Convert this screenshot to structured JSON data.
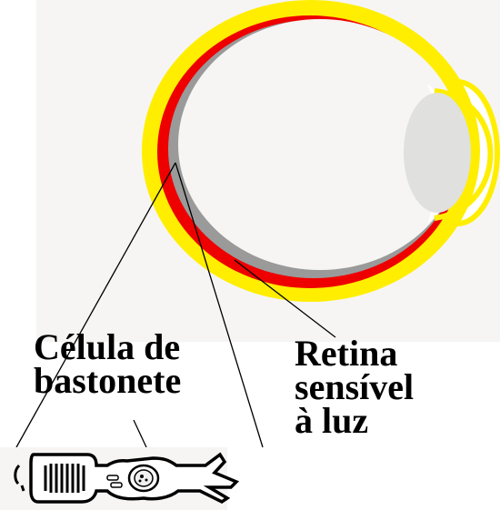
{
  "labels": {
    "rod_cell": [
      "Célula de",
      "bastonete"
    ],
    "retina": [
      "Retina",
      "sensível",
      "à luz"
    ]
  },
  "colors": {
    "panel_background": "#f6f5f4",
    "outer_layer": "#ffee00",
    "middle_layer": "#ee0000",
    "inner_layer": "#9a9a9a",
    "eye_interior": "#f6f5f4",
    "lens": "#e0e0de",
    "cornea": "#ffffff",
    "leader_lines": "#000000"
  }
}
